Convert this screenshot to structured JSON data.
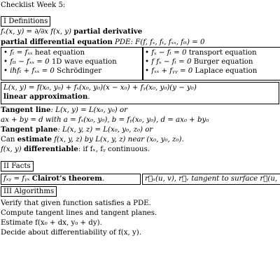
{
  "title": "Checklist Week 5:",
  "section1": {
    "heading": "I Definitions",
    "partial_formula": "fₓ(x, y) = ∂/∂x f(x, y)",
    "partial_term": "partial derivative",
    "pde_term": "partial differential equation",
    "pde_rest": "PDE:  F(f, fₓ, fₜ, fₓₓ, fₜₜ)  =  0",
    "equations_left": [
      {
        "eq": "fₜ = fₓₓ",
        "name": "heat equation"
      },
      {
        "eq": "fₜₜ − fₓₓ = 0",
        "name": "1D wave equation"
      },
      {
        "eq": "iℏfₜ + fₓₓ = 0",
        "name": "Schrödinger"
      }
    ],
    "equations_right": [
      {
        "eq": "fₓ − fₜ = 0",
        "name": "transport equation"
      },
      {
        "eq": "f fₓ − fₜ = 0",
        "name": "Burger equation"
      },
      {
        "eq": "fₓₓ + fᵧᵧ = 0",
        "name": "Laplace equation"
      }
    ],
    "linear_formula": "L(x, y) = f(x₀, y₀) + fₓ(x₀, y₀)(x − x₀) + fᵧ(x₀, y₀)(y − y₀)",
    "linear_term": "linear approximation",
    "linear_period": ".",
    "tangent_line_label": "Tangent line",
    "tangent_line_rest": ":  L(x, y) = L(x₀, y₀)  or",
    "tangent_line_eq": "ax + by = d  with  a = fₓ(x₀, y₀),  b = fᵧ(x₀, y₀),  d = ax₀ + by₀",
    "tangent_plane_label": "Tangent plane",
    "tangent_plane_rest": ":  L(x, y, z) = L(x₀, y₀, z₀)  or",
    "estimate_pre": "Can ",
    "estimate_term": "estimate",
    "estimate_rest": " f(x, y, z) by L(x, y, z) near (x₀, y₀, z₀).",
    "diff_pre": "f(x, y) ",
    "diff_term": "differentiable",
    "diff_rest": ":  if fₓ, fᵧ continuous."
  },
  "section2": {
    "heading": "II Facts",
    "clairaut_eq": "fₓᵧ = fᵧₓ",
    "clairaut_term": "Clairot’s theorem",
    "clairaut_period": ".",
    "tangent_fact": "r⃗ᵤ(u, v),  r⃗ᵥ tangent to surface r⃗(u, v)."
  },
  "section3": {
    "heading": "III Algorithms",
    "items": [
      "Verify that given function satisfies a PDE.",
      "Compute tangent lines and tangent planes.",
      "Estimate f(x₀ + dx, y₀ + dy).",
      "Decide about differentiability of f(x, y)."
    ]
  }
}
